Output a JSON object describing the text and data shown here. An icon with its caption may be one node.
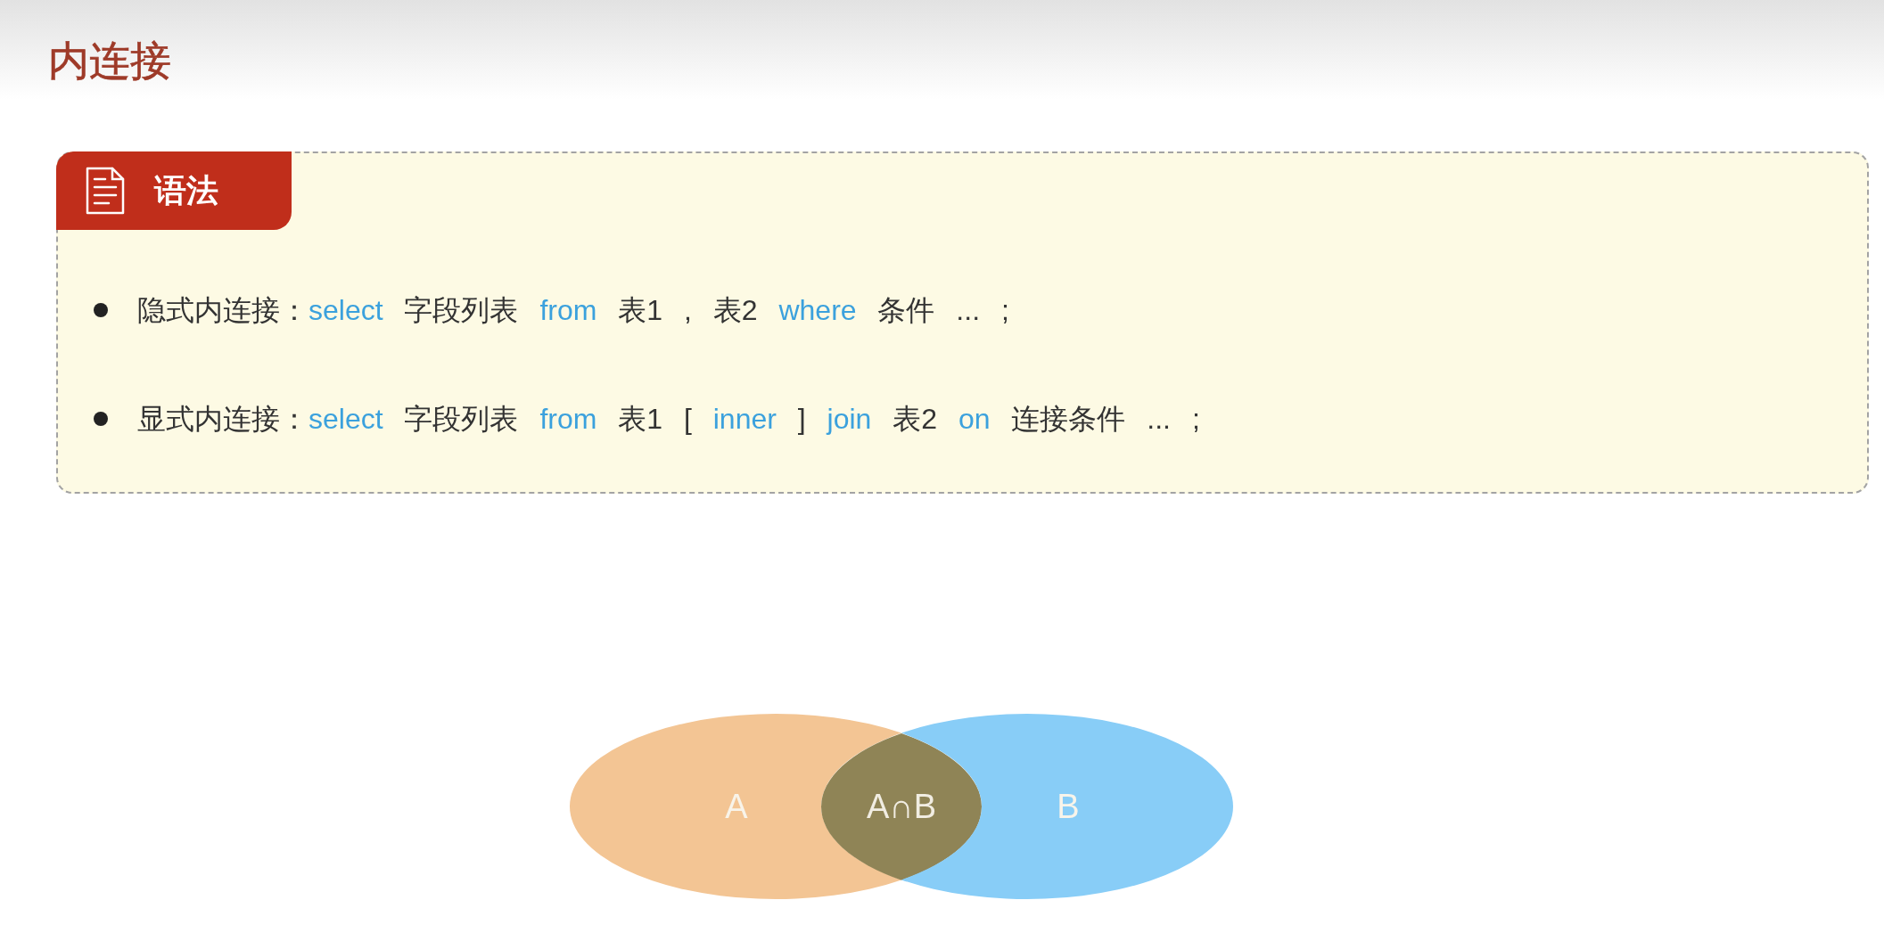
{
  "diagram": {
    "title": "内连接",
    "nodes": [
      {
        "text": [
          "语法",
          "隐式内连接：select 字段列表 from 表1 , 表2 where 条件 ... ;",
          "显式内连接：select 字段列表 from 表1 [ inner ] join 表2 on 连接条件 ... ;"
        ]
      },
      {
        "text": [
          "A"
        ]
      },
      {
        "text": [
          "A∩B"
        ]
      },
      {
        "text": [
          "B"
        ]
      }
    ]
  }
}
